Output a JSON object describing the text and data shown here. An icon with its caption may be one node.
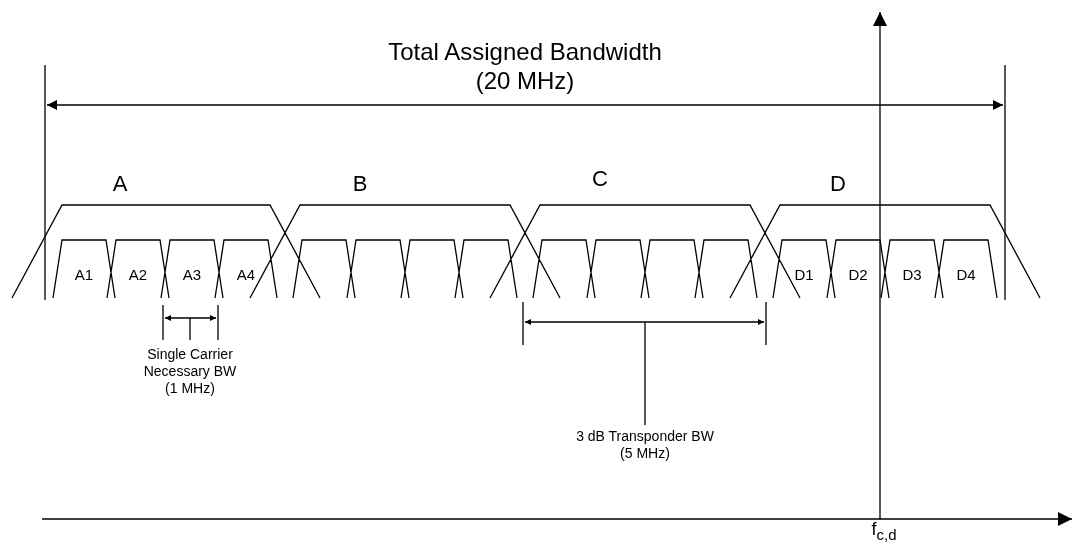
{
  "diagram": {
    "labels": [
      "Total Assigned Bandwidth (20 MHz)",
      "A",
      "B",
      "C",
      "D",
      "A1",
      "A2",
      "A3",
      "A4",
      "D1",
      "D2",
      "D3",
      "D4",
      "Single Carrier Necessary BW (1 MHz)",
      "3 dB Transponder BW (5 MHz)",
      "f$_{c,d}$"
    ]
  }
}
